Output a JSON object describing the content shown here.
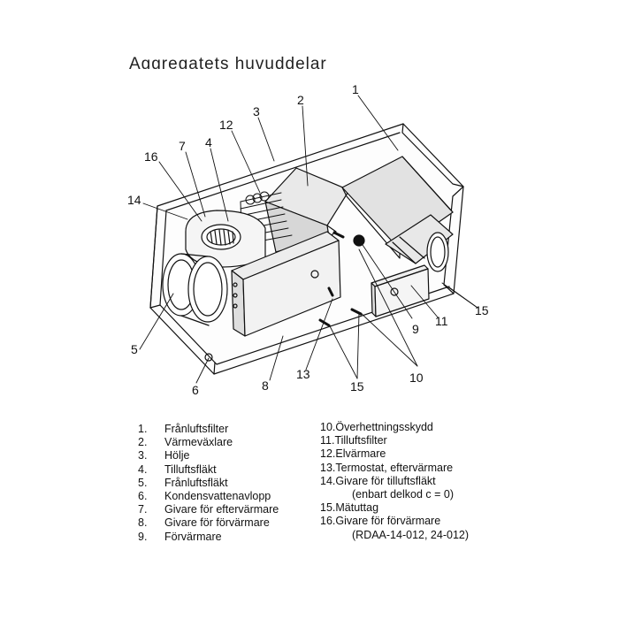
{
  "title": "Aggregatets huvuddelar",
  "callouts": [
    "1",
    "2",
    "3",
    "4",
    "5",
    "6",
    "7",
    "8",
    "9",
    "10",
    "11",
    "12",
    "13",
    "14",
    "15",
    "16",
    "15",
    "10"
  ],
  "legend": {
    "left": [
      {
        "num": "1.",
        "text": "Frånluftsfilter"
      },
      {
        "num": "2.",
        "text": "Värmeväxlare"
      },
      {
        "num": "3.",
        "text": "Hölje"
      },
      {
        "num": "4.",
        "text": "Tilluftsfläkt"
      },
      {
        "num": "5.",
        "text": "Frånluftsfläkt"
      },
      {
        "num": "6.",
        "text": "Kondensvattenavlopp"
      },
      {
        "num": "7.",
        "text": "Givare för eftervärmare"
      },
      {
        "num": "8.",
        "text": "Givare för förvärmare"
      },
      {
        "num": "9.",
        "text": "Förvärmare"
      }
    ],
    "right": [
      {
        "num": "10.",
        "text": "Överhettningsskydd"
      },
      {
        "num": "11.",
        "text": "Tilluftsfilter"
      },
      {
        "num": "12.",
        "text": "Elvärmare"
      },
      {
        "num": "13.",
        "text": "Termostat, eftervärmare"
      },
      {
        "num": "14.",
        "text": "Givare för tilluftsfläkt",
        "cont": "(enbart delkod c = 0)"
      },
      {
        "num": "15.",
        "text": "Mätuttag"
      },
      {
        "num": "16.",
        "text": "Givare för förvärmare",
        "cont": "(RDAA-14-012, 24-012)"
      }
    ]
  }
}
